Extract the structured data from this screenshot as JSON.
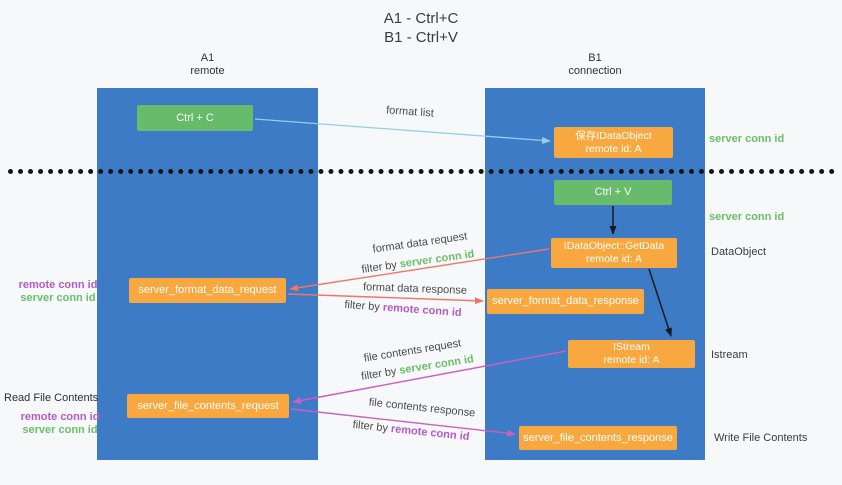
{
  "title": {
    "line1": "A1 - Ctrl+C",
    "line2": "B1 - Ctrl+V"
  },
  "lanes": {
    "a1": {
      "name": "A1",
      "role": "remote"
    },
    "b1": {
      "name": "B1",
      "role": "connection"
    }
  },
  "nodes": {
    "ctrl_c": {
      "label": "Ctrl + C"
    },
    "ctrl_v": {
      "label": "Ctrl + V"
    },
    "save_idataobject": {
      "line1": "保存IDataObject",
      "line2": "remote id: A"
    },
    "getdata": {
      "line1": "IDataObject::GetData",
      "line2": "remote id: A"
    },
    "istream": {
      "line1": "IStream",
      "line2": "remote id: A"
    },
    "format_request": {
      "label": "server_format_data_request"
    },
    "format_response": {
      "label": "server_format_data_response"
    },
    "file_request": {
      "label": "server_file_contents_request"
    },
    "file_response": {
      "label": "server_file_contents_response"
    }
  },
  "side_labels": {
    "right_server_conn_id_1": "server conn id",
    "right_server_conn_id_2": "server conn id",
    "dataobject": "DataObject",
    "istream": "Istream",
    "write_file_contents": "Write File Contents",
    "read_file_contents": "Read File Contents",
    "left_remote_conn_id_1": "remote conn id",
    "left_server_conn_id_1": "server conn id",
    "left_remote_conn_id_2": "remote conn id",
    "left_server_conn_id_2": "server conn id"
  },
  "arrow_labels": {
    "format_list": "format list",
    "format_data_request": "format data request",
    "filter_by_1": "filter by ",
    "server_conn_id_1": "server conn id",
    "format_data_response": "format data response",
    "filter_by_2": "filter by ",
    "remote_conn_id_1": "remote conn id",
    "file_contents_request": "file contents request",
    "filter_by_3": "filter by ",
    "server_conn_id_2": "server conn id",
    "file_contents_response": "file contents response",
    "filter_by_4": "filter by ",
    "remote_conn_id_2": "remote conn id"
  },
  "colors": {
    "lane_blue": "#3d7bc7",
    "node_green": "#67bb6a",
    "node_orange": "#f8a83e",
    "arrow_blue": "#92cfe8",
    "arrow_black": "#1a1a1a",
    "arrow_red": "#ef756a",
    "arrow_magenta": "#cb5ec0",
    "green_text": "#6abf69",
    "purple_text": "#b45ac8"
  }
}
